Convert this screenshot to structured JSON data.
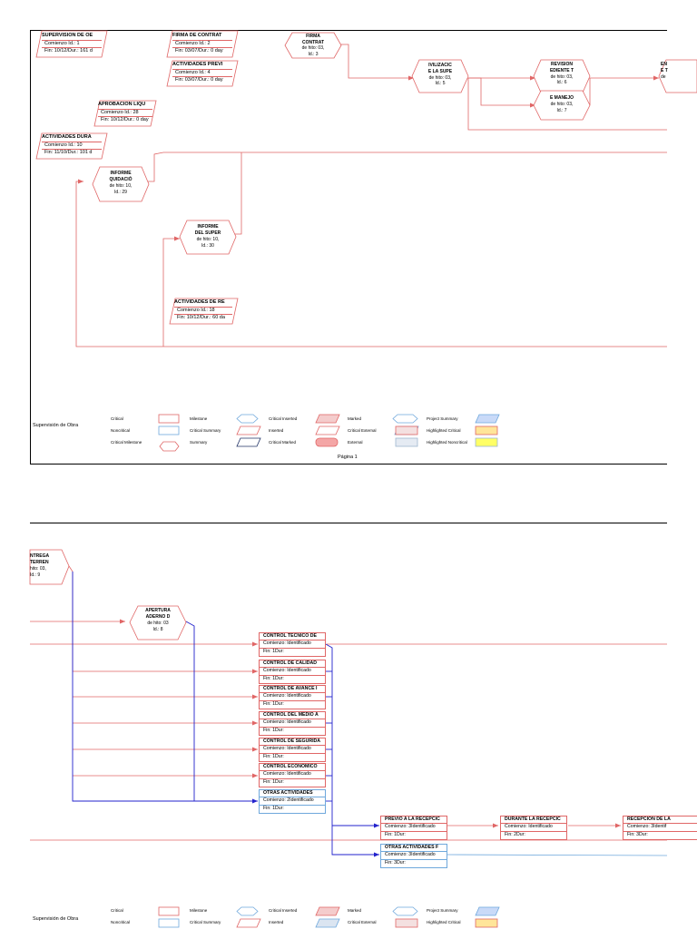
{
  "page1": {
    "nodes": {
      "supervision": {
        "title": "SUPERVISIÓN DE OE",
        "row1": "Comienzo Id.:  1",
        "row2": "Fin: 10/12/Dur.: 161 d"
      },
      "firma_contrato_task": {
        "title": "FIRMA DE CONTRAT",
        "row1": "Comienzo Id.:  2",
        "row2": "Fin: 03/07/Dur.: 0 day"
      },
      "actividades_previas": {
        "title": "ACTIVIDADES PREVI",
        "row1": "Comienzo Id.:  4",
        "row2": "Fin: 03/07/Dur.: 0 day"
      },
      "firma_milestone": {
        "title1": "FIRMA",
        "title2": "CONTRAT",
        "row1": "de hito: 03,",
        "row2": "Id.: 3"
      },
      "movilizacion": {
        "title1": "IVILIZACIC",
        "title2": "E LA SUPE",
        "row1": "de hito: 03,",
        "row2": "Id.: 5"
      },
      "revision": {
        "title1": "REVISION",
        "title2": "EDIENTE T",
        "row1": "de hito: 03,",
        "row2": "Id.: 6"
      },
      "manejo": {
        "title1": "E MANEJO",
        "row1": "de hito: 03,",
        "row2": "Id.: 7"
      },
      "entrega_edge": {
        "title1": "EN",
        "title2": "E T",
        "row1": "de"
      },
      "aprobacion": {
        "title": "APROBACION LIQU",
        "row1": "Comienzo Id.:  28",
        "row2": "Fin: 10/12/Dur.: 0 day"
      },
      "actividades_durante": {
        "title": "ACTIVIDADES DURA",
        "row1": "Comienzo Id.:  10",
        "row2": "Fin: 11/10/Dur.: 101 d"
      },
      "informe_liquidacion": {
        "title1": "INFORME",
        "title2": "QUIDACIÓ",
        "row1": "de hito: 10,",
        "row2": "Id.: 29"
      },
      "informe_supervision": {
        "title1": "INFORME",
        "title2": "DEL SUPER",
        "row1": "de hito: 10,",
        "row2": "Id.: 30"
      },
      "actividades_recepcion": {
        "title": "ACTIVIDADES DE RE",
        "row1": "Comienzo Id.:  18",
        "row2": "Fin: 10/12/Dur.: 60 da"
      }
    },
    "legend_title": "Supervisión de Obra",
    "page_number": "Página 1"
  },
  "legend": [
    [
      "Critical",
      "Milestone",
      "Critical Inserted",
      "Marked",
      "Project Summary"
    ],
    [
      "Noncritical",
      "Critical Summary",
      "Inserted",
      "Critical External",
      "Highlighted Critical"
    ],
    [
      "Critical Milestone",
      "Summary",
      "Critical Marked",
      "External",
      "Highlighted Noncritical"
    ]
  ],
  "page2": {
    "nodes": {
      "entrega_terreno": {
        "title1": "NTREGA",
        "title2": "TERREN",
        "row1": "hito: 03,",
        "row2": "Id.: 9"
      },
      "apertura": {
        "title1": "APERTURA",
        "title2": "ADERNO D",
        "row1": "de hito: 03",
        "row2": "Id.: 8"
      }
    },
    "tasks": [
      {
        "title": "CONTROL TECNICO DE",
        "row1": "Comienzo: Identificado",
        "row2": "Fin:          1Dur:"
      },
      {
        "title": "CONTROL DE CALIDAD",
        "row1": "Comienzo: Identificado",
        "row2": "Fin:          1Dur:"
      },
      {
        "title": "CONTROL DE AVANCE I",
        "row1": "Comienzo: Identificado",
        "row2": "Fin:          1Dur:"
      },
      {
        "title": "CONTROL DEL MEDIO A",
        "row1": "Comienzo: Identificado",
        "row2": "Fin:          1Dur:"
      },
      {
        "title": "CONTROL DE SEGURIDA",
        "row1": "Comienzo: Identificado",
        "row2": "Fin:          1Dur:"
      },
      {
        "title": "CONTROL ECONOMICO",
        "row1": "Comienzo: Identificado",
        "row2": "Fin:          1Dur:"
      },
      {
        "title": "OTRAS ACTIVIDADES",
        "row1": "Comienzo: 2Identificado",
        "row2": "Fin:          1Dur:"
      }
    ],
    "reception_tasks": [
      {
        "title": "PREVIO A LA RECEPCIC",
        "row1": "Comienzo: 3Identificado",
        "row2": "Fin:          1Dur:"
      },
      {
        "title": "DURANTE LA RECEPCIC",
        "row1": "Comienzo: Identificado",
        "row2": "Fin:          2Dur:"
      },
      {
        "title": "RECEPCION DE LA",
        "row1": "Comienzo: 3Identif",
        "row2": "Fin:          3Dur:"
      },
      {
        "title": "OTRAS ACTIVIDADES F",
        "row1": "Comienzo: 3Identificado",
        "row2": "Fin:          3Dur:"
      }
    ],
    "legend_title": "Supervisión de Obra"
  },
  "colors": {
    "critical": "#e06666",
    "noncritical": "#2222cc",
    "noncritical_border": "#6fa8dc"
  }
}
